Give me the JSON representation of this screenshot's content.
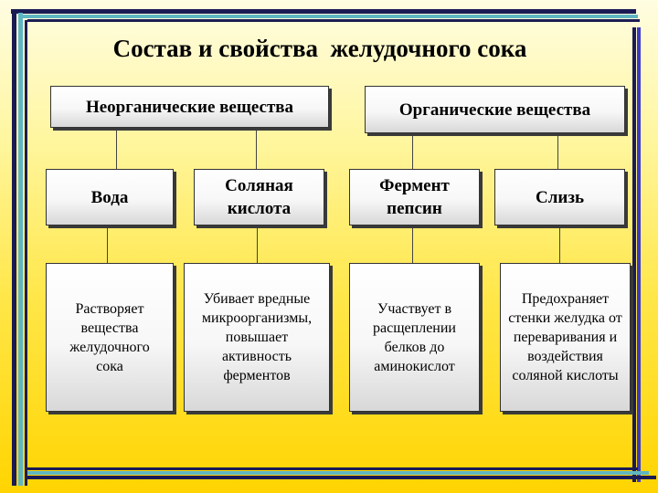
{
  "title": "Состав и свойства  желудочного сока",
  "categories": {
    "inorganic": "Неорганические вещества",
    "organic": "Органические вещества"
  },
  "components": {
    "water": "Вода",
    "hcl": "Соляная кислота",
    "pepsin": "Фермент пепсин",
    "mucus": "Слизь"
  },
  "functions": {
    "water": "Растворяет вещества желудочного сока",
    "hcl": "Убивает вредные микроорганизмы, повышает активность ферментов",
    "pepsin": "Участвует в расщеплении белков до аминокислот",
    "mucus": "Предохраняет стенки желудка от переваривания и воздействия соляной кислоты"
  },
  "colors": {
    "frame_dark": "#1b1b54",
    "frame_teal": "#5fb6c2",
    "background_top": "#fffde2",
    "background_bottom": "#ffd400"
  }
}
